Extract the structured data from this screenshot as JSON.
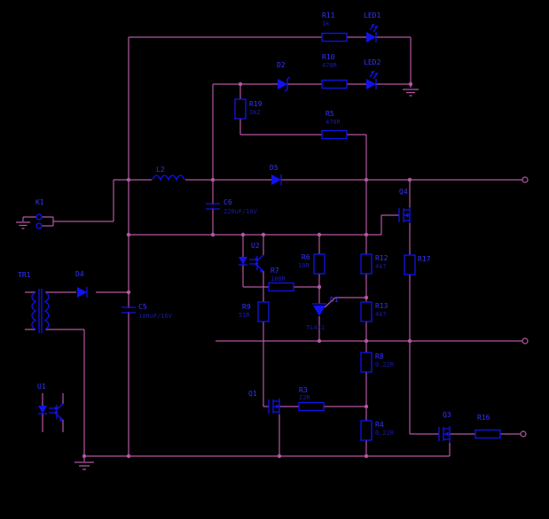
{
  "colors": {
    "background": "#000000",
    "wire": "#b457a0",
    "component": "#1212ee",
    "ref_text": "#3434ff",
    "value_text": "#1a1aae"
  },
  "schematic": {
    "components": {
      "R11": {
        "ref": "R11",
        "value": "1k"
      },
      "LED1": {
        "ref": "LED1"
      },
      "R10": {
        "ref": "R10",
        "value": "470R"
      },
      "LED2": {
        "ref": "LED2"
      },
      "D2": {
        "ref": "D2"
      },
      "R19": {
        "ref": "R19",
        "value": "3k2"
      },
      "R5": {
        "ref": "R5",
        "value": "470R"
      },
      "L2": {
        "ref": "L2"
      },
      "D5": {
        "ref": "D5"
      },
      "C6": {
        "ref": "C6",
        "value": "220uF/16V"
      },
      "Q4": {
        "ref": "Q4"
      },
      "K1": {
        "ref": "K1"
      },
      "TR1": {
        "ref": "TR1"
      },
      "D4": {
        "ref": "D4"
      },
      "C5": {
        "ref": "C5",
        "value": "100uF/16V"
      },
      "U2": {
        "ref": "U2"
      },
      "R7": {
        "ref": "R7",
        "value": "100R"
      },
      "R6": {
        "ref": "R6",
        "value": "10R"
      },
      "R12": {
        "ref": "R12",
        "value": "4k7"
      },
      "R17": {
        "ref": "R17"
      },
      "R9": {
        "ref": "R9",
        "value": "51R"
      },
      "D1": {
        "ref": "D1",
        "value": "TL431"
      },
      "R13": {
        "ref": "R13",
        "value": "4k7"
      },
      "R8": {
        "ref": "R8",
        "value": "0.22R"
      },
      "Q1": {
        "ref": "Q1"
      },
      "R3": {
        "ref": "R3",
        "value": "22R"
      },
      "R4": {
        "ref": "R4",
        "value": "0.22R"
      },
      "Q3": {
        "ref": "Q3"
      },
      "R16": {
        "ref": "R16"
      },
      "U1": {
        "ref": "U1"
      }
    }
  }
}
